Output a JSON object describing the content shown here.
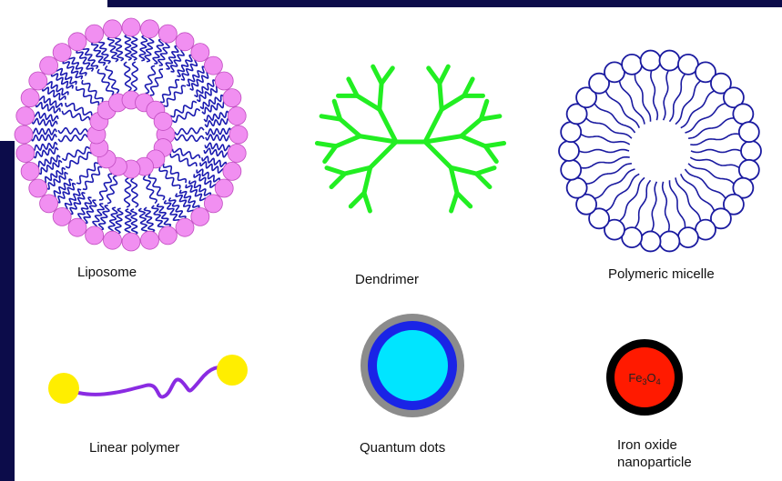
{
  "colors": {
    "frame": "#0c0c4a",
    "liposome_head": "#f18ff1",
    "liposome_tail": "#1a1ab0",
    "dendrimer": "#22ee22",
    "micelle": "#1a1aa0",
    "polymer_chain": "#8a2be2",
    "polymer_end": "#ffee00",
    "qdot_core": "#00e5ff",
    "qdot_shell": "#1a24e6",
    "qdot_outer": "#8c8c8c",
    "iron_core": "#ff1a00",
    "iron_shell": "#000000"
  },
  "nanoparticles": [
    {
      "label": "Liposome"
    },
    {
      "label": "Dendrimer"
    },
    {
      "label": "Polymeric micelle"
    },
    {
      "label": "Linear polymer"
    },
    {
      "label": "Quantum dots"
    },
    {
      "label": "Iron oxide",
      "label_line2": "nanoparticle"
    }
  ],
  "iron_oxide_formula": {
    "base": "Fe",
    "sub1": "3",
    "mid": "O",
    "sub2": "4"
  }
}
